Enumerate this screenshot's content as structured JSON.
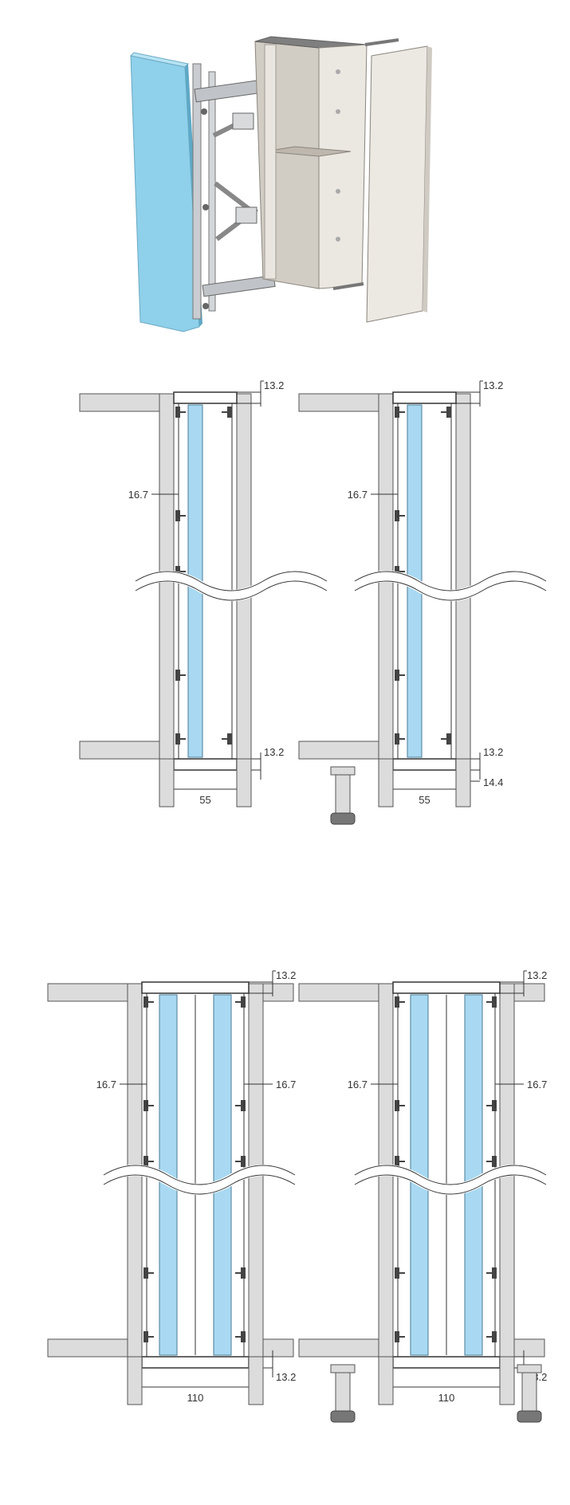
{
  "illustration": {
    "name": "exploded-cabinet-view"
  },
  "sections": [
    {
      "id": "single-a",
      "top_dim": "13.2",
      "side_dim_left": "16.7",
      "bottom_dim": "13.2",
      "width_dim": "55",
      "extra_dim": "",
      "has_leg": false,
      "glass_panels": 1
    },
    {
      "id": "single-b",
      "top_dim": "13.2",
      "side_dim_left": "16.7",
      "bottom_dim": "13.2",
      "width_dim": "55",
      "extra_dim": "14.4",
      "has_leg": true,
      "glass_panels": 1
    },
    {
      "id": "double-a",
      "top_dim": "13.2",
      "side_dim_left": "16.7",
      "side_dim_right": "16.7",
      "bottom_dim": "13.2",
      "width_dim": "110",
      "has_leg": false,
      "glass_panels": 2
    },
    {
      "id": "double-b",
      "top_dim": "13.2",
      "side_dim_left": "16.7",
      "side_dim_right": "16.7",
      "bottom_dim": "13.2",
      "width_dim": "110",
      "has_leg": true,
      "glass_panels": 2
    }
  ],
  "colors": {
    "glass": "#a9d9f2",
    "panel": "#dcdcdc",
    "door_blue": "#8fd0ea",
    "carcass": "#e6e1da"
  }
}
